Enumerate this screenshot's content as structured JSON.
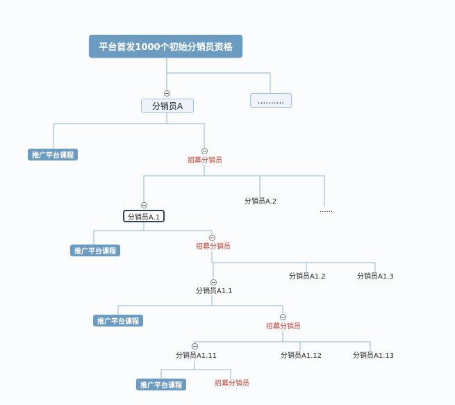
{
  "root": {
    "label": "平台首发1000个初始分销员资格"
  },
  "nodes": {
    "ellipsis_top": "..........",
    "distributor_a": "分销员A",
    "promote_a": "推广平台课程",
    "recruit_a": "招募分销员",
    "distributor_a1": "分销员A.1",
    "distributor_a2": "分销员A.2",
    "ellipsis_mid": "......",
    "promote_a1": "推广平台课程",
    "recruit_a1": "招募分销员",
    "distributor_a1_2": "分销员A1.2",
    "distributor_a1_3": "分销员A1.3",
    "distributor_a1_1": "分销员A1.1",
    "promote_a1_1": "推广平台课程",
    "recruit_a1_1": "招募分销员",
    "distributor_a1_11": "分销员A1.11",
    "distributor_a1_12": "分销员A1.12",
    "distributor_a1_13": "分销员A1.13",
    "promote_a1_11": "推广平台课程",
    "recruit_a1_11": "招募分销员"
  },
  "colors": {
    "connector": "#8fb3d0",
    "root_fill": "#6b9bc0",
    "recruit_text": "#c0392b"
  },
  "icons": {
    "collapse": "collapse-minus-icon"
  }
}
